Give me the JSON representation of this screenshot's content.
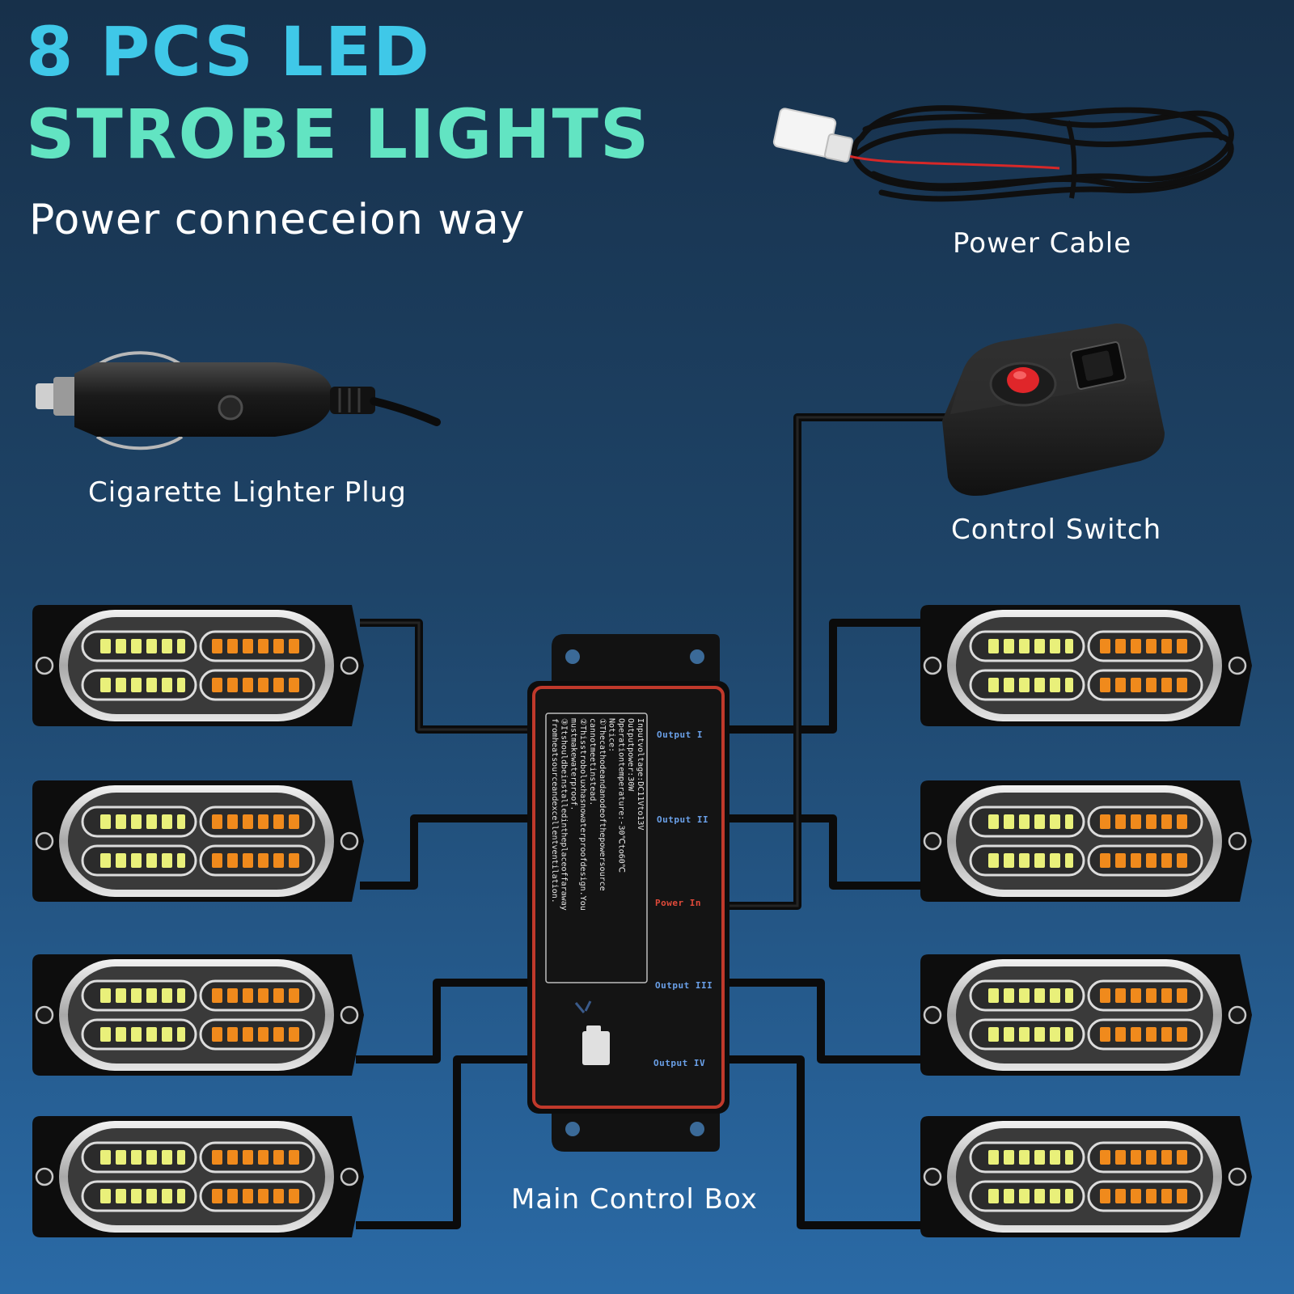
{
  "title": {
    "line1": "8 PCS LED",
    "line2": "STROBE LIGHTS",
    "subtitle": "Power conneceion way"
  },
  "components": {
    "power_cable": "Power Cable",
    "cigarette_plug": "Cigarette Lighter Plug",
    "control_switch": "Control Switch",
    "control_box": "Main Control Box"
  },
  "control_box": {
    "ports": {
      "output1": "Output I",
      "output2": "Output II",
      "power_in": "Power In",
      "output3": "Output III",
      "output4": "Output IV"
    },
    "notes": [
      "Inputvoltage:DC11Vto13V",
      "Outputpower:30W",
      "Operationtemperature:-30℃to60℃",
      "Notice:",
      "①Thecathodeandanodeofthepowersource",
      "cannotmeetinstead.",
      "②Thisstroboluxhasnowaterproofdesign.You",
      "mustmakewaterproof.",
      "③Itshouldbeinstalledintheplaceoffaraway",
      "fromheatsourceandexcellentventilation."
    ]
  },
  "lights": {
    "count": 8
  },
  "colors": {
    "title_blue": "#3fc8e8",
    "title_green": "#62e4c2",
    "amber_led": "#f08a1c",
    "white_led": "#e9f07a",
    "switch_button": "#e0262a",
    "box_border": "#c0392b"
  }
}
